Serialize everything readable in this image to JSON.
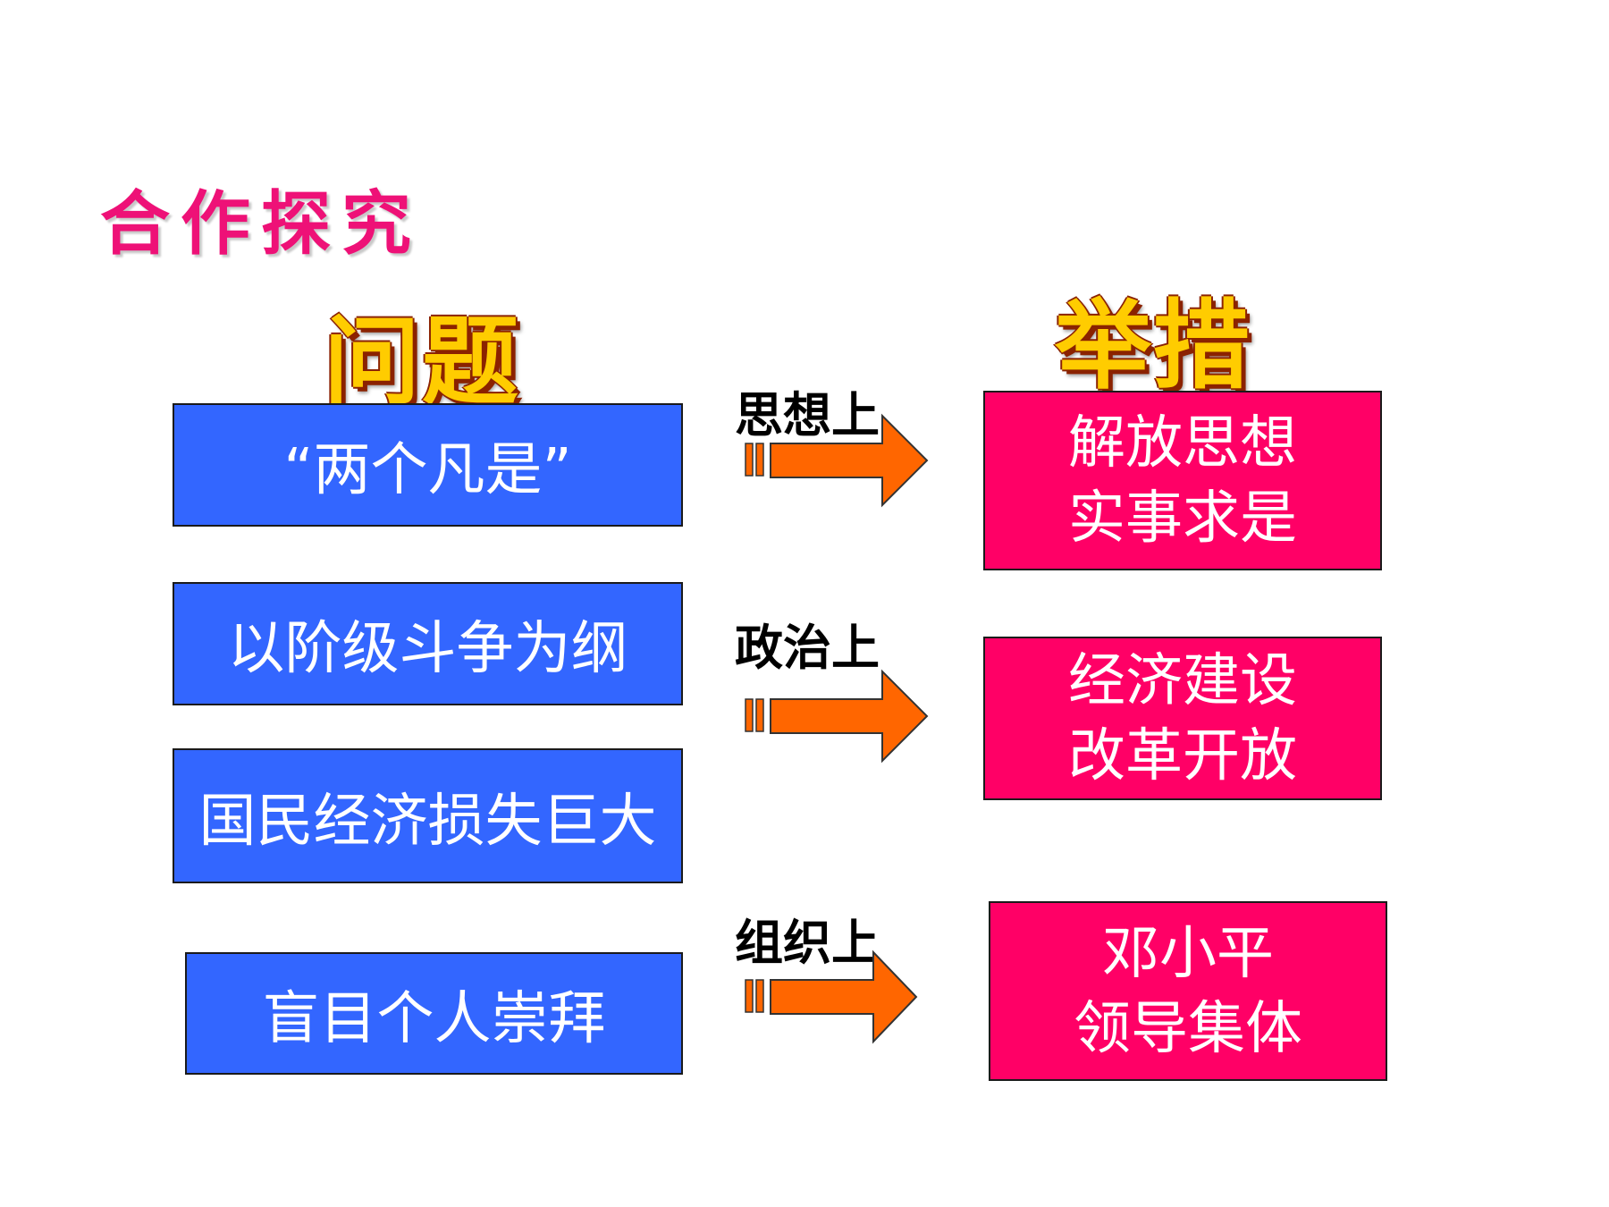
{
  "section_title": "合作探究",
  "columns": {
    "problems_heading": "问题",
    "measures_heading": "举措"
  },
  "problems": [
    "“两个凡是”",
    "以阶级斗争为纲",
    "国民经济损失巨大",
    "盲目个人崇拜"
  ],
  "categories": [
    "思想上",
    "政治上",
    "组织上"
  ],
  "measures": [
    {
      "line1": "解放思想",
      "line2": "实事求是"
    },
    {
      "line1": "经济建设",
      "line2": "改革开放"
    },
    {
      "line1": "邓小平",
      "line2": "领导集体"
    }
  ],
  "colors": {
    "problem_box": "#3366ff",
    "measure_box": "#ff0066",
    "arrow": "#ff6600",
    "section_title": "#ee1177",
    "heading_fill": "#ffcc00",
    "heading_outline": "#8b2200"
  }
}
